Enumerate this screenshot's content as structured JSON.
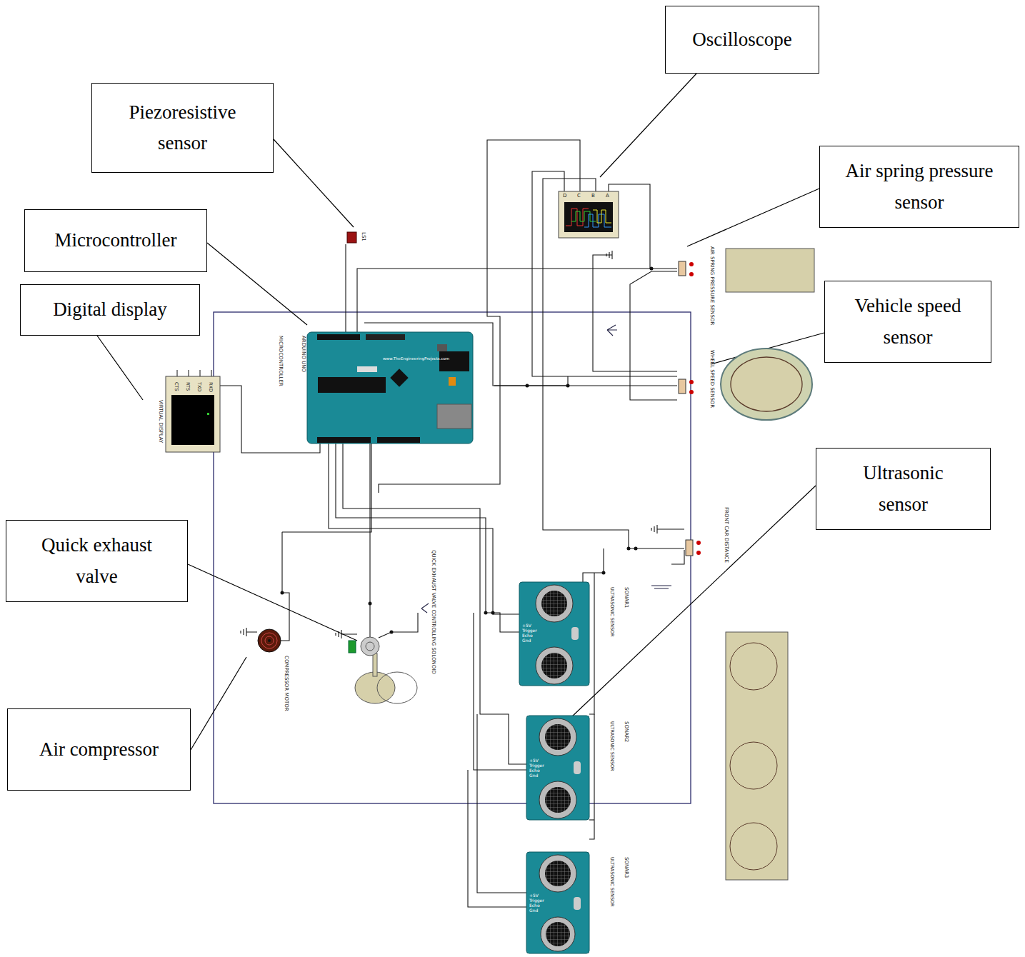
{
  "diagram": {
    "nodes": [
      {
        "text": [
          "Oscilloscope"
        ]
      },
      {
        "text": [
          "Piezoresistive sensor"
        ]
      },
      {
        "text": [
          "Air spring pressure sensor"
        ]
      },
      {
        "text": [
          "Microcontroller"
        ]
      },
      {
        "text": [
          "Digital display"
        ]
      },
      {
        "text": [
          "Vehicle speed sensor"
        ]
      },
      {
        "text": [
          "Ultrasonic sensor"
        ]
      },
      {
        "text": [
          "Quick exhaust valve"
        ]
      },
      {
        "text": [
          "Air compressor"
        ]
      }
    ],
    "labels": [
      "MICROCONTROLLER",
      "ARDUINO UNO",
      "www.TheEngineeringProjects.com",
      "VIRTUAL DISPLAY",
      "CTS",
      "RTS",
      "TXD",
      "RXD",
      "LS1",
      "D",
      "C",
      "B",
      "A",
      "AIR SPRING PRESSURE SENSOR",
      "WHEEL SPEED SENSOR",
      "FRONT CAR DISTANCE",
      "SONAR1",
      "ULTRASONIC SENSOR",
      "+5V",
      "Trigger",
      "Echo",
      "Gnd",
      "SONAR2",
      "ULTRASONIC SENSOR",
      "+5V",
      "Trigger",
      "Echo",
      "Gnd",
      "SONAR3",
      "ULTRASONIC SENSOR",
      "+5V",
      "Trigger",
      "Echo",
      "Gnd",
      "COMPRESSOR MOTOR",
      "QUICK EXHAUST VALVE CONTROLLING SOLONOID"
    ]
  }
}
